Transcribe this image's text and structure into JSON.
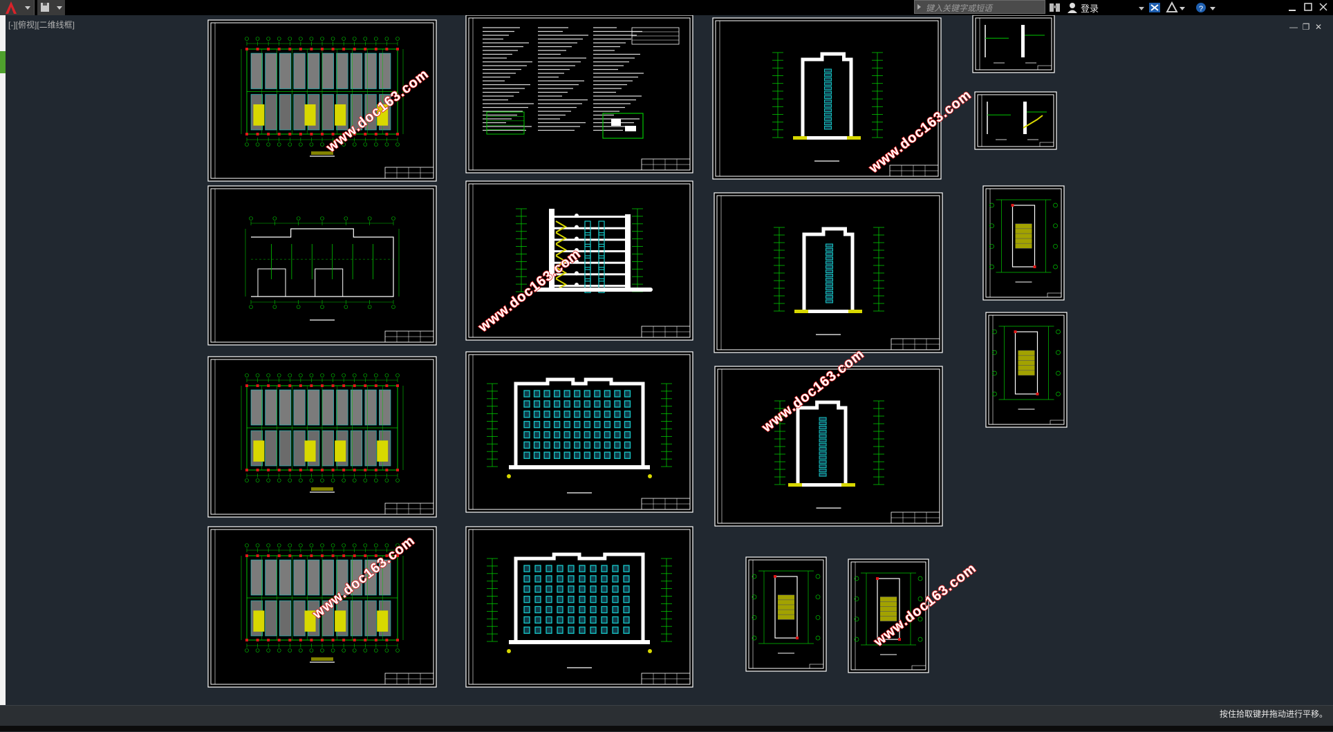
{
  "app": {
    "search_placeholder": "键入关键字或短语",
    "login_label": "登录",
    "viewport_label": "[-][俯视][二维线框]",
    "status_message": "按住拾取键并拖动进行平移。"
  },
  "toolbar_icons": [
    "autocad-logo-icon",
    "save-icon",
    "binoculars-icon",
    "user-icon",
    "exchange-icon",
    "connect-icon",
    "help-icon"
  ],
  "window_controls": [
    "minimize",
    "restore",
    "close"
  ],
  "colors": {
    "canvas": "#212830",
    "frame": "#ffffff",
    "linework": "#00c800",
    "accent_cyan": "#16c8c8",
    "accent_yellow": "#d8d800",
    "accent_red": "#e01818",
    "watermark": "#e02020"
  },
  "watermark_text": "www.doc163.com",
  "sheets": [
    {
      "id": "floor-plan-1",
      "kind": "plan"
    },
    {
      "id": "roof-plan",
      "kind": "roof"
    },
    {
      "id": "floor-plan-2",
      "kind": "plan"
    },
    {
      "id": "floor-plan-3",
      "kind": "plan"
    },
    {
      "id": "design-notes",
      "kind": "notes"
    },
    {
      "id": "section-1",
      "kind": "section"
    },
    {
      "id": "front-elevation",
      "kind": "elevation"
    },
    {
      "id": "rear-elevation",
      "kind": "elevation"
    },
    {
      "id": "side-elevation-a",
      "kind": "side"
    },
    {
      "id": "side-elevation-b",
      "kind": "side"
    },
    {
      "id": "side-elevation-c",
      "kind": "side"
    },
    {
      "id": "detail-1",
      "kind": "detail"
    },
    {
      "id": "detail-2",
      "kind": "detail"
    },
    {
      "id": "stair-detail-1",
      "kind": "detail"
    },
    {
      "id": "stair-detail-2",
      "kind": "detail"
    },
    {
      "id": "stair-detail-3",
      "kind": "detail"
    },
    {
      "id": "stair-detail-4",
      "kind": "detail"
    }
  ]
}
